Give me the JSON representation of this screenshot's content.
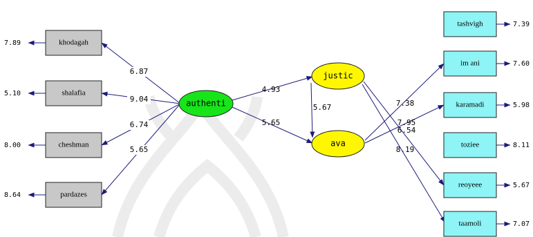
{
  "colors": {
    "background": "#ffffff",
    "watermark": "#e9e9e9",
    "arrow": "#1c1c7a",
    "left_box": "#c8c8c8",
    "right_box": "#8ef4f6",
    "green_latent": "#17e51a",
    "yellow_latent": "#fff700"
  },
  "latents": [
    {
      "id": "authenti",
      "label": "authenti",
      "color": "green"
    },
    {
      "id": "justic",
      "label": "justic",
      "color": "yellow"
    },
    {
      "id": "ava",
      "label": "ava",
      "color": "yellow"
    }
  ],
  "left_indicators": [
    {
      "id": "khodagah",
      "label": "khodagah",
      "error": "7.89",
      "path_value": "6.87"
    },
    {
      "id": "shalafia",
      "label": "shalafia",
      "error": "5.10",
      "path_value": "9.04"
    },
    {
      "id": "cheshman",
      "label": "cheshman",
      "error": "8.00",
      "path_value": "6.74"
    },
    {
      "id": "pardazes",
      "label": "pardazes",
      "error": "8.64",
      "path_value": "5.65"
    }
  ],
  "right_indicators": [
    {
      "id": "tashvigh",
      "label": "tashvigh",
      "error": "7.39"
    },
    {
      "id": "imani",
      "label": "im ani",
      "error": "7.60"
    },
    {
      "id": "karamadi",
      "label": "karamadi",
      "error": "5.98"
    },
    {
      "id": "toziee",
      "label": "toziee",
      "error": "8.11"
    },
    {
      "id": "reoyeee",
      "label": "reoyeee",
      "error": "5.67"
    },
    {
      "id": "taamoli",
      "label": "taamoli",
      "error": "7.07"
    }
  ],
  "structural_paths": [
    {
      "from": "authenti",
      "to": "justic",
      "value": "4.93"
    },
    {
      "from": "authenti",
      "to": "ava",
      "value": "5.65"
    },
    {
      "from": "justic",
      "to": "ava",
      "value": "5.67"
    }
  ],
  "cross_paths": [
    {
      "from": "ava",
      "to": "imani",
      "value": "7.38"
    },
    {
      "from": "ava",
      "to": "karamadi",
      "value": "7.95"
    },
    {
      "from": "justic",
      "to": "reoyeee",
      "value": "6.54"
    },
    {
      "from": "justic",
      "to": "taamoli",
      "value": "8.19"
    }
  ]
}
